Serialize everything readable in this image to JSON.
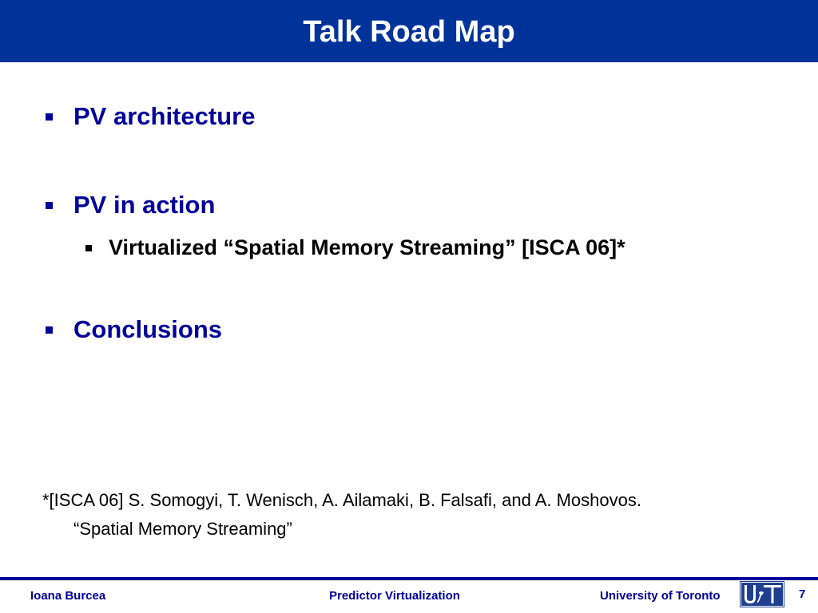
{
  "slide": {
    "title": "Talk Road Map",
    "bullets": [
      {
        "text": "PV architecture"
      },
      {
        "text": "PV in action",
        "sub": [
          {
            "text": "Virtualized “Spatial Memory Streaming” [ISCA 06]*"
          }
        ]
      },
      {
        "text": "Conclusions"
      }
    ],
    "footnote": {
      "line1": "*[ISCA 06] S. Somogyi, T. Wenisch, A. Ailamaki, B. Falsafi, and A. Moshovos.",
      "line2": "“Spatial Memory Streaming”"
    }
  },
  "footer": {
    "author": "Ioana Burcea",
    "topic": "Predictor Virtualization",
    "institution": "University of Toronto",
    "page_number": "7"
  },
  "colors": {
    "title_bar": "#003399",
    "bullet_text": "#000099",
    "footer_text": "#000099"
  },
  "icons": {
    "logo": "university-of-toronto-logo"
  }
}
